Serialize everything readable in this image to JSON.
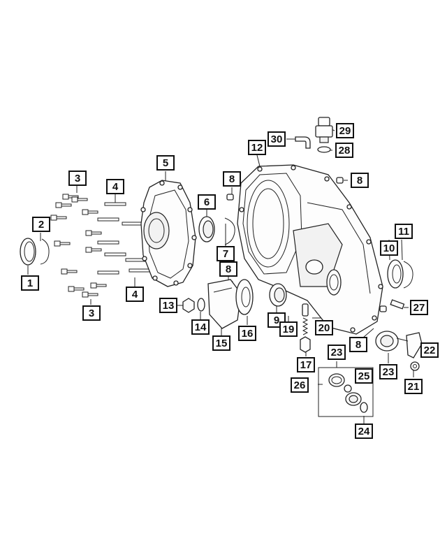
{
  "diagram": {
    "callouts": [
      {
        "id": "c1",
        "label": "1"
      },
      {
        "id": "c2",
        "label": "2"
      },
      {
        "id": "c3a",
        "label": "3"
      },
      {
        "id": "c3b",
        "label": "3"
      },
      {
        "id": "c4a",
        "label": "4"
      },
      {
        "id": "c4b",
        "label": "4"
      },
      {
        "id": "c5",
        "label": "5"
      },
      {
        "id": "c6",
        "label": "6"
      },
      {
        "id": "c7",
        "label": "7"
      },
      {
        "id": "c8a",
        "label": "8"
      },
      {
        "id": "c8b",
        "label": "8"
      },
      {
        "id": "c8c",
        "label": "8"
      },
      {
        "id": "c8d",
        "label": "8"
      },
      {
        "id": "c9",
        "label": "9"
      },
      {
        "id": "c10",
        "label": "10"
      },
      {
        "id": "c11",
        "label": "11"
      },
      {
        "id": "c12",
        "label": "12"
      },
      {
        "id": "c13",
        "label": "13"
      },
      {
        "id": "c14",
        "label": "14"
      },
      {
        "id": "c15",
        "label": "15"
      },
      {
        "id": "c16",
        "label": "16"
      },
      {
        "id": "c17",
        "label": "17"
      },
      {
        "id": "c19",
        "label": "19"
      },
      {
        "id": "c20",
        "label": "20"
      },
      {
        "id": "c21",
        "label": "21"
      },
      {
        "id": "c22",
        "label": "22"
      },
      {
        "id": "c23a",
        "label": "23"
      },
      {
        "id": "c23b",
        "label": "23"
      },
      {
        "id": "c24",
        "label": "24"
      },
      {
        "id": "c25",
        "label": "25"
      },
      {
        "id": "c26",
        "label": "26"
      },
      {
        "id": "c27",
        "label": "27"
      },
      {
        "id": "c28",
        "label": "28"
      },
      {
        "id": "c29",
        "label": "29"
      },
      {
        "id": "c30",
        "label": "30"
      }
    ]
  }
}
